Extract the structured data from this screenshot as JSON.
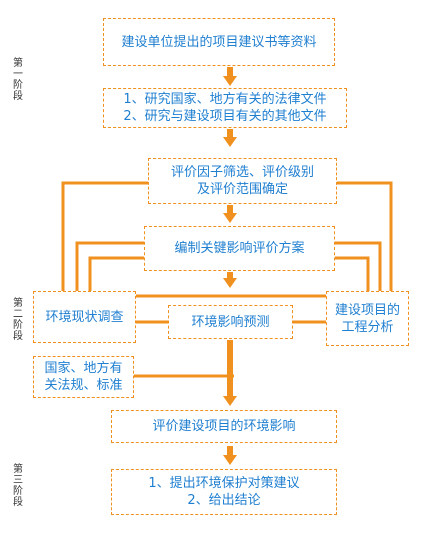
{
  "colors": {
    "connector": "#F0901E",
    "box_text": "#1F7FD0",
    "stage_text": "#333333"
  },
  "stages": [
    {
      "lines": [
        "第",
        "一",
        "阶",
        "段"
      ]
    },
    {
      "lines": [
        "第",
        "二",
        "阶",
        "段"
      ]
    },
    {
      "lines": [
        "第",
        "三",
        "阶",
        "段"
      ]
    }
  ],
  "boxes": {
    "source_docs": {
      "lines": [
        "建设单位提出的项目建议书等资料"
      ]
    },
    "study_docs": {
      "lines": [
        "1、研究国家、地方有关的法律文件",
        "2、研究与建设项目有关的其他文件"
      ]
    },
    "factor_screening": {
      "lines": [
        "评价因子筛选、评价级别",
        "及评价范围确定"
      ]
    },
    "evaluation_plan": {
      "lines": [
        "编制关键影响评价方案"
      ]
    },
    "env_survey": {
      "lines": [
        "环境现状调查"
      ]
    },
    "impact_forecast": {
      "lines": [
        "环境影响预测"
      ]
    },
    "engineering_analysis": {
      "lines": [
        "建设项目的",
        "工程分析"
      ]
    },
    "regulations": {
      "lines": [
        "国家、地方有",
        "关法规、标准"
      ]
    },
    "env_impact_eval": {
      "lines": [
        "评价建设项目的环境影响"
      ]
    },
    "conclusions": {
      "lines": [
        "1、提出环境保护对策建议",
        "2、给出结论"
      ]
    }
  }
}
